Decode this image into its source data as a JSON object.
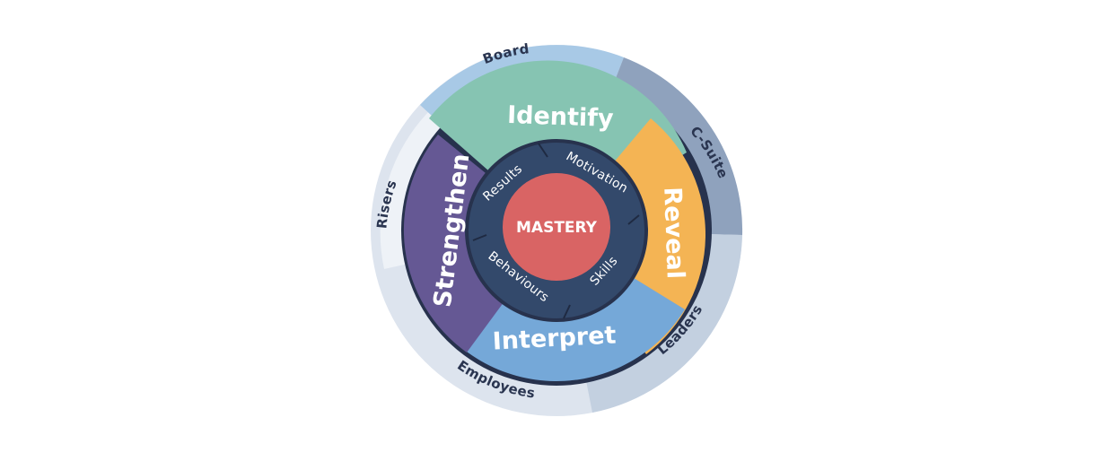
{
  "diagram": {
    "core": {
      "label": "MASTERY",
      "color": "#d96464"
    },
    "inner_ring": {
      "color": "#33496b",
      "items": [
        {
          "id": "results",
          "label": "Results"
        },
        {
          "id": "motivation",
          "label": "Motivation"
        },
        {
          "id": "skills",
          "label": "Skills"
        },
        {
          "id": "behaviours",
          "label": "Behaviours"
        }
      ]
    },
    "stage_ring": {
      "items": [
        {
          "id": "identify",
          "label": "Identify",
          "color": "#86c4b2"
        },
        {
          "id": "reveal",
          "label": "Reveal",
          "color": "#f4b454"
        },
        {
          "id": "interpret",
          "label": "Interpret",
          "color": "#75a8d8"
        },
        {
          "id": "strengthen",
          "label": "Strengthen",
          "color": "#655894"
        }
      ]
    },
    "outer_ring": {
      "items": [
        {
          "id": "board",
          "label": "Board",
          "color": "#a8c9e6"
        },
        {
          "id": "c-suite",
          "label": "C-Suite",
          "color": "#8fa2bd"
        },
        {
          "id": "leaders",
          "label": "Leaders",
          "color": "#c3d0e0"
        },
        {
          "id": "employees",
          "label": "Employees",
          "color": "#dde4ee"
        },
        {
          "id": "risers",
          "label": "Risers",
          "color": "#eef2f7"
        }
      ]
    },
    "ring_border_color": "#27324d"
  }
}
